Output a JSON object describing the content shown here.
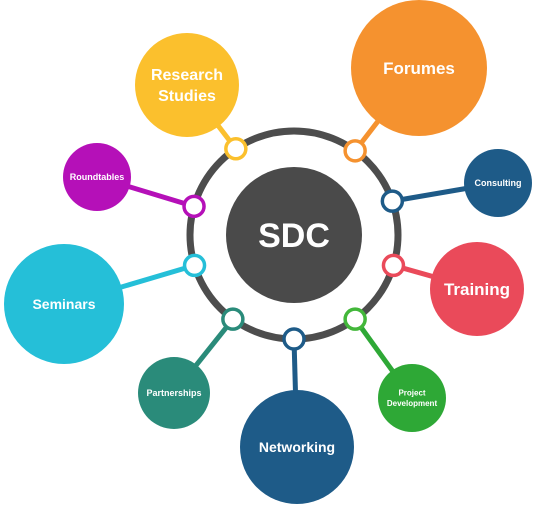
{
  "center": {
    "label": "SDC",
    "color": "#4a4a4a"
  },
  "ring_color": "#4d4d4d",
  "nodes": [
    {
      "id": "research-studies",
      "lines": [
        "Research",
        "Studies"
      ],
      "color": "#fbc02d",
      "dot": "#fbc02d"
    },
    {
      "id": "forumes",
      "lines": [
        "Forumes"
      ],
      "color": "#f5922f",
      "dot": "#f5922f"
    },
    {
      "id": "consulting",
      "lines": [
        "Consulting"
      ],
      "color": "#1e5b88",
      "dot": "#1e5b88"
    },
    {
      "id": "training",
      "lines": [
        "Training"
      ],
      "color": "#ea4a5a",
      "dot": "#ea4a5a"
    },
    {
      "id": "project-development",
      "lines": [
        "Project",
        "Development"
      ],
      "color": "#2ea836",
      "dot": "#43b73a"
    },
    {
      "id": "networking",
      "lines": [
        "Networking"
      ],
      "color": "#1e5b88",
      "dot": "#1e5b88"
    },
    {
      "id": "partnerships",
      "lines": [
        "Partnerships"
      ],
      "color": "#2a8b7a",
      "dot": "#2a8b7a"
    },
    {
      "id": "seminars",
      "lines": [
        "Seminars"
      ],
      "color": "#25bfd8",
      "dot": "#25bfd8"
    },
    {
      "id": "roundtables",
      "lines": [
        "Roundtables"
      ],
      "color": "#b510b8",
      "dot": "#b510b8"
    }
  ]
}
